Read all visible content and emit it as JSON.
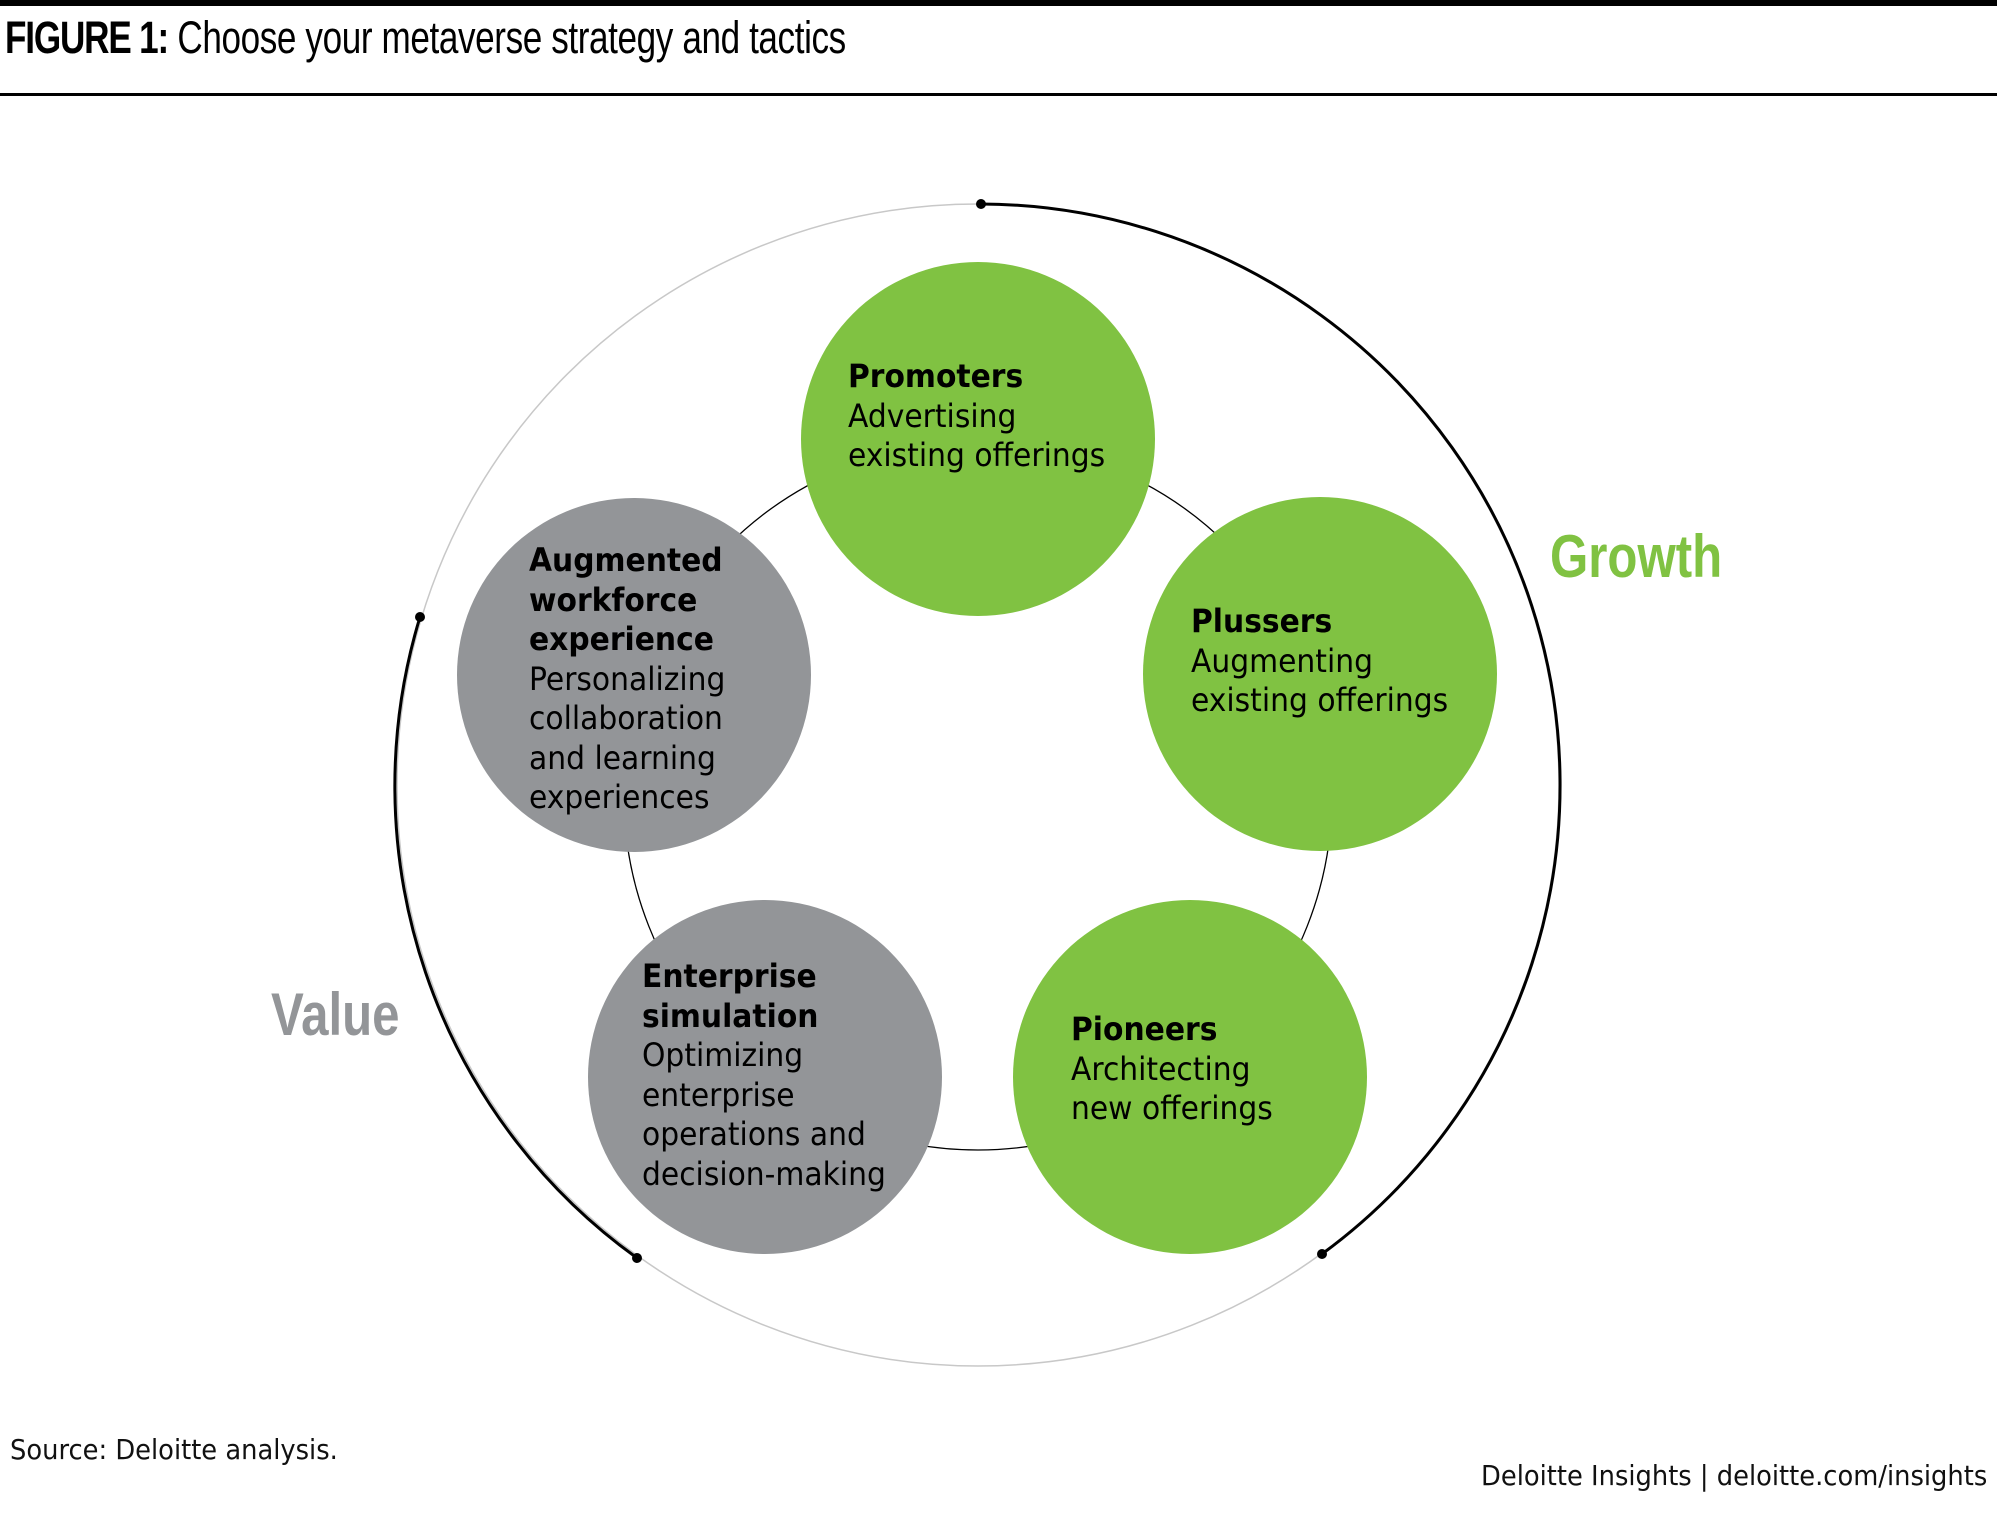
{
  "header": {
    "figure_label": "FIGURE 1:",
    "title": "Choose your metaverse strategy and tactics"
  },
  "colors": {
    "growth": "#80C242",
    "value": "#939598",
    "text": "#000000",
    "ring": "#000000",
    "outer_light": "#C8C8C8"
  },
  "groups": {
    "growth": "Growth",
    "value": "Value"
  },
  "tactics": [
    {
      "name": "Promoters",
      "description": [
        "Advertising",
        "existing offerings"
      ],
      "group": "growth"
    },
    {
      "name": "Plussers",
      "description": [
        "Augmenting",
        "existing offerings"
      ],
      "group": "growth"
    },
    {
      "name": "Pioneers",
      "description": [
        "Architecting",
        "new offerings"
      ],
      "group": "growth"
    },
    {
      "name_lines": [
        "Enterprise",
        "simulation"
      ],
      "description": [
        "Optimizing",
        "enterprise",
        "operations and",
        "decision-making"
      ],
      "group": "value"
    },
    {
      "name_lines": [
        "Augmented",
        "workforce",
        "experience"
      ],
      "description": [
        "Personalizing",
        "collaboration",
        "and learning",
        "experiences"
      ],
      "group": "value"
    }
  ],
  "footer": {
    "source": "Source: Deloitte analysis.",
    "credit": "Deloitte Insights | deloitte.com/insights"
  }
}
